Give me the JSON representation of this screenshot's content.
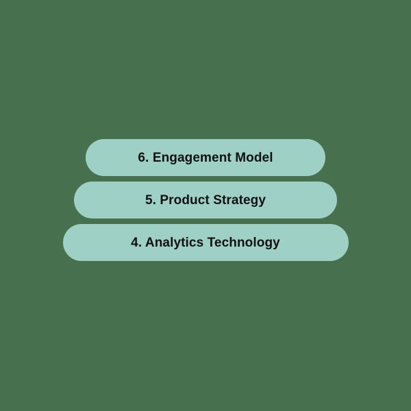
{
  "diagram": {
    "type": "stacked-pyramid",
    "background_color": "#47704e",
    "pill_color": "#9fd0c5",
    "text_color": "#111111",
    "levels": [
      {
        "label": "6. Engagement Model",
        "number": "6",
        "name": "Engagement Model",
        "width_class": "pill-w1"
      },
      {
        "label": "5. Product Strategy",
        "number": "5",
        "name": "Product Strategy",
        "width_class": "pill-w2"
      },
      {
        "label": "4. Analytics Technology",
        "number": "4",
        "name": "Analytics Technology",
        "width_class": "pill-w3"
      }
    ]
  }
}
